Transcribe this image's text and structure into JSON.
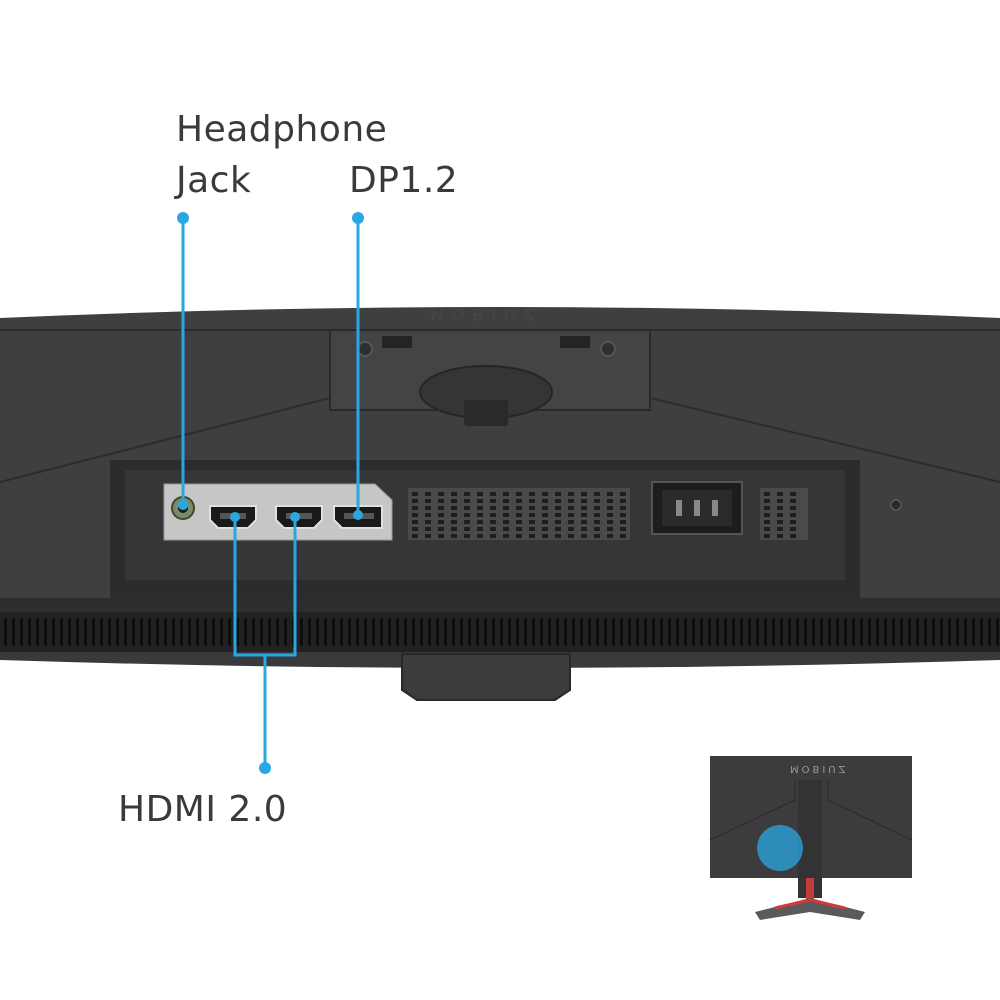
{
  "labels": {
    "headphone_line1": "Headphone",
    "headphone_line2": "Jack",
    "displayport": "DP1.2",
    "hdmi": "HDMI 2.0"
  },
  "brand_mark": "MOBIUZ",
  "colors": {
    "callout": "#29a7e1",
    "label_text": "#3a3a3c",
    "monitor_body": "#3d3d3f",
    "port_panel": "#c4c4c4",
    "stand_accent": "#d23a3a"
  }
}
